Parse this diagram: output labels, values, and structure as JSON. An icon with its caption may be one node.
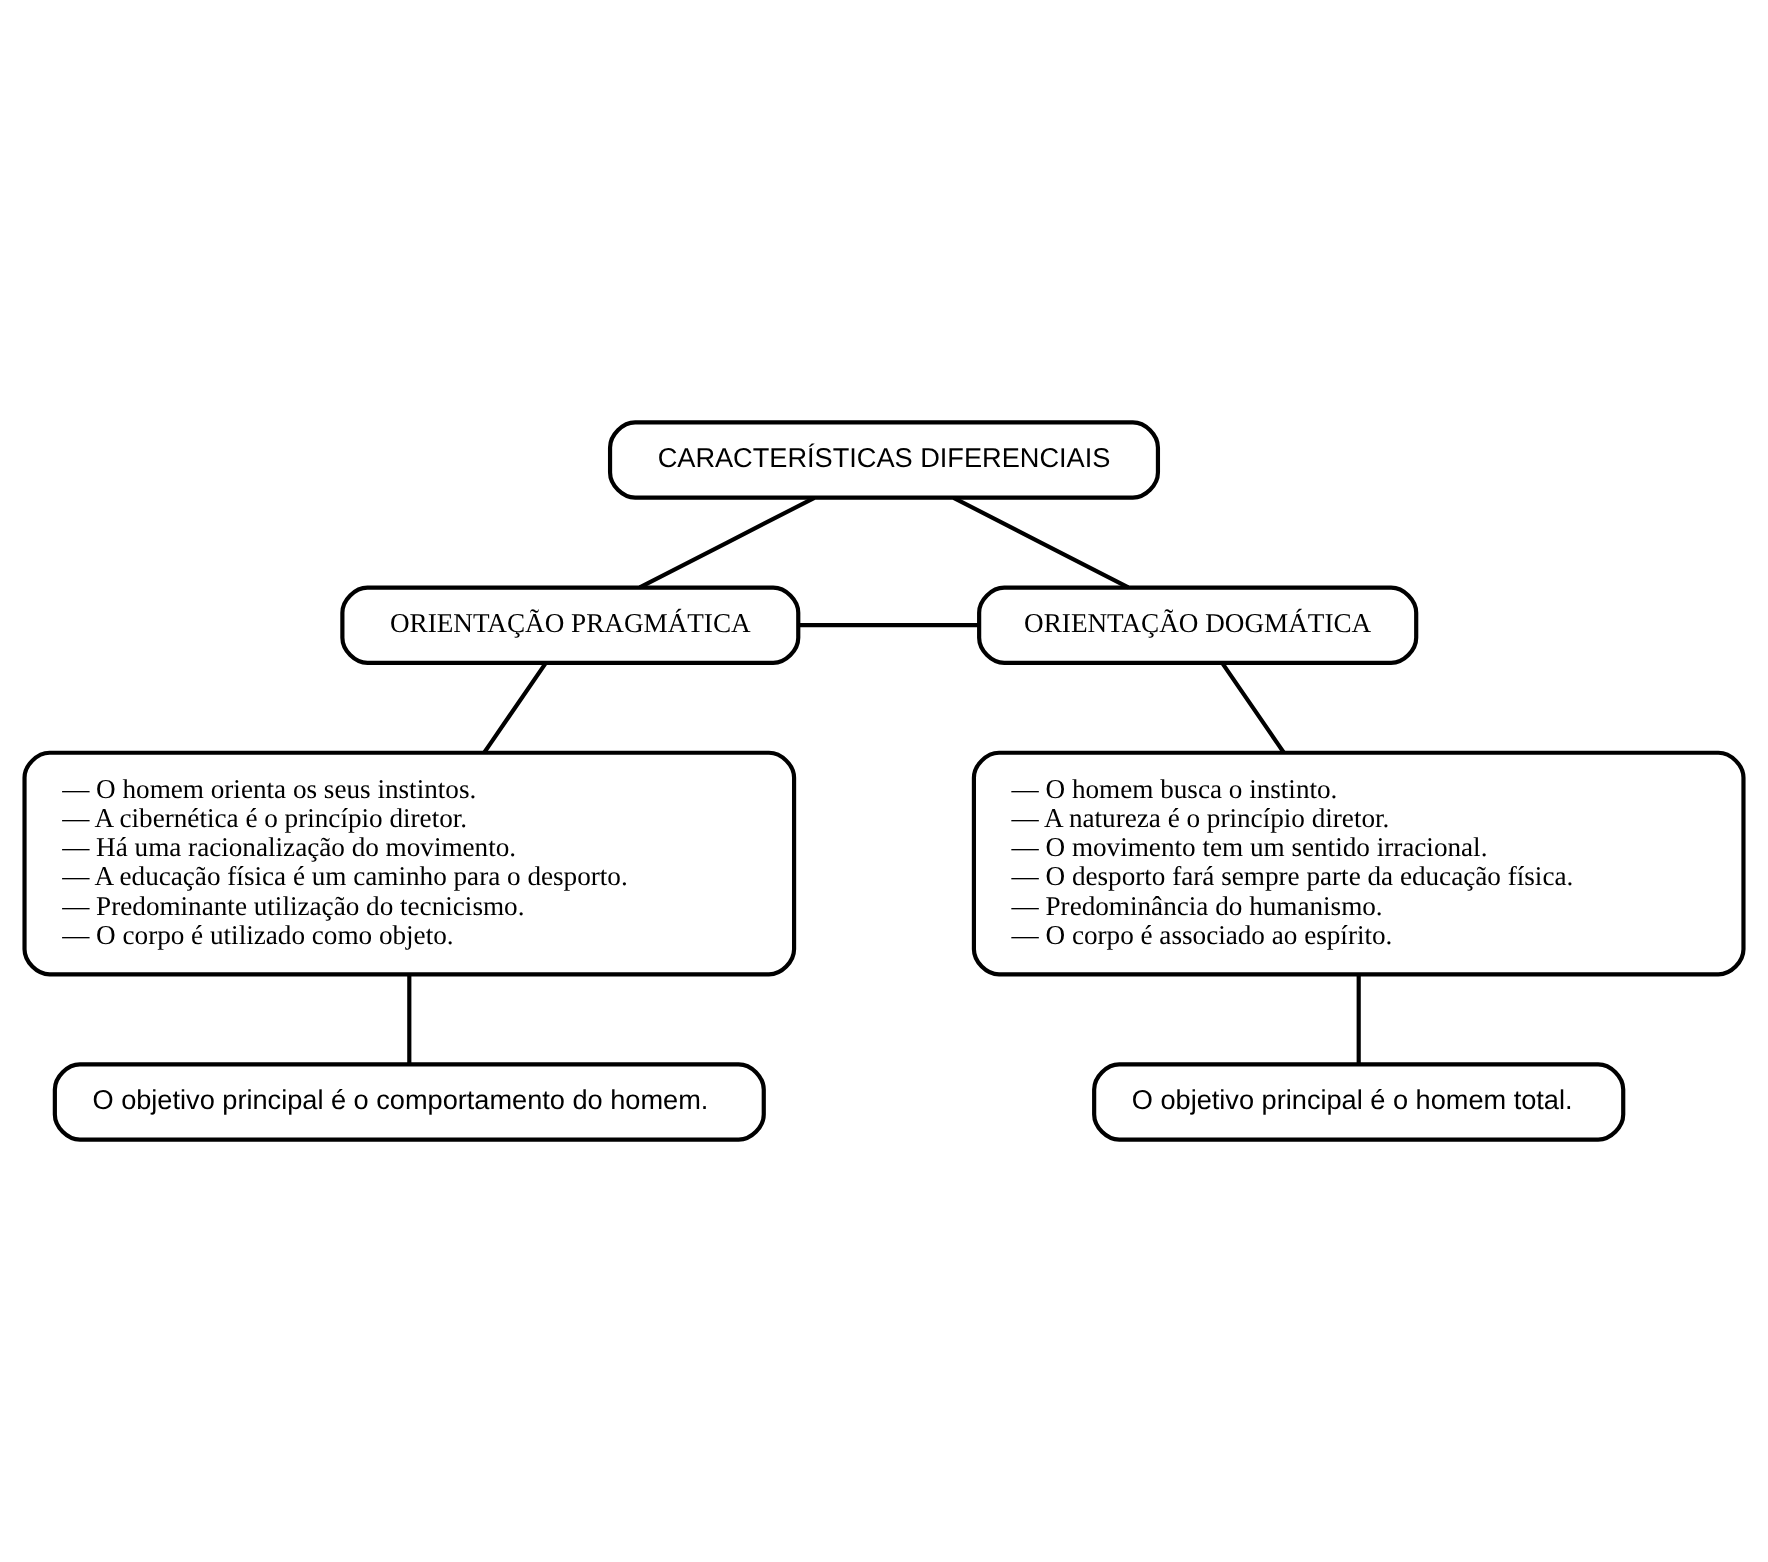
{
  "diagram": {
    "nodes": [
      {
        "text": [
          "CARACTERÍSTICAS DIFERENCIAIS"
        ]
      },
      {
        "text": [
          "ORIENTAÇÃO PRAGMÁTICA"
        ]
      },
      {
        "text": [
          "ORIENTAÇÃO DOGMÁTICA"
        ]
      },
      {
        "text": [
          "— O homem orienta os seus instintos.",
          "— A cibernética é o princípio diretor.",
          "— Há uma racionalização do movimento.",
          "— A educação física é um caminho para o desporto.",
          "— Predominante utilização do tecnicismo.",
          "— O corpo é utilizado como objeto."
        ]
      },
      {
        "text": [
          "— O homem busca o instinto.",
          "— A natureza é o princípio diretor.",
          "— O movimento tem um sentido irracional.",
          "— O desporto fará sempre parte da educação física.",
          "— Predominância do humanismo.",
          "— O corpo é associado ao espírito."
        ]
      },
      {
        "text": [
          "O objetivo principal é o comportamento do homem."
        ]
      },
      {
        "text": [
          "O objetivo principal é o homem total."
        ]
      }
    ],
    "edges": [
      {
        "from": 0,
        "to": 1,
        "arrow": "none"
      },
      {
        "from": 0,
        "to": 2,
        "arrow": "none"
      },
      {
        "from": 1,
        "to": 2,
        "arrow": "none"
      },
      {
        "from": 1,
        "to": 3,
        "arrow": "none"
      },
      {
        "from": 2,
        "to": 4,
        "arrow": "none"
      },
      {
        "from": 3,
        "to": 5,
        "arrow": "none"
      },
      {
        "from": 4,
        "to": 6,
        "arrow": "none"
      }
    ]
  }
}
